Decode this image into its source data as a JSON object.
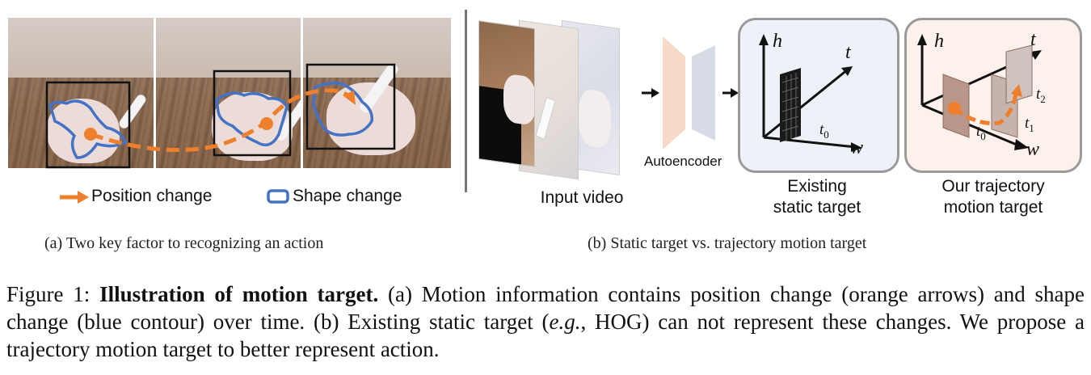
{
  "panel_a": {
    "legend_position": "Position change",
    "legend_shape": "Shape change",
    "caption": "(a) Two key factor to recognizing an action"
  },
  "panel_b": {
    "input_label": "Input video",
    "autoencoder_label": "Autoencoder",
    "static_label_1": "Existing",
    "static_label_2": "static target",
    "traj_label_1": "Our trajectory",
    "traj_label_2": "motion target",
    "axis_h": "h",
    "axis_t": "t",
    "axis_w": "w",
    "t0": "t",
    "t0_sub": "0",
    "t1": "t",
    "t1_sub": "1",
    "t2": "t",
    "t2_sub": "2",
    "caption": "(b) Static target vs. trajectory motion target"
  },
  "figure_caption": {
    "prefix": "Figure 1: ",
    "bold": "Illustration of motion target.",
    "part1": " (a) Motion information contains position change (orange arrows) and shape change (blue contour) over time.  (b) Existing static target (",
    "italic": "e.g.",
    "part2": ", HOG) can not represent these changes. We propose a trajectory motion target to better represent action."
  },
  "colors": {
    "orange": "#ee7f2d",
    "blue": "#4472c4",
    "box_fill_static": "#eef2f8",
    "box_fill_traj": "#fdf1ec",
    "encoder": "#f6d9c6",
    "decoder": "#d6dbe6"
  }
}
